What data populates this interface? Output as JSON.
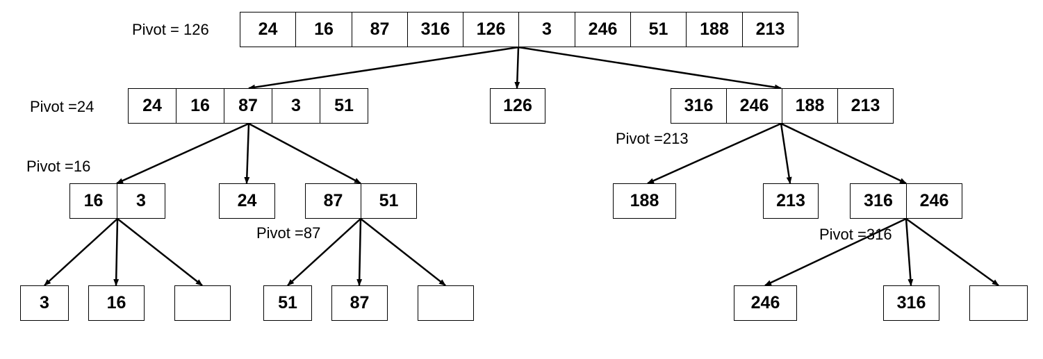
{
  "labels": {
    "root": "Pivot = 126",
    "left": "Pivot =24",
    "right": "Pivot =213",
    "left_left": "Pivot =16",
    "left_right": "Pivot =87",
    "right_right": "Pivot =316"
  },
  "nodes": {
    "root": [
      "24",
      "16",
      "87",
      "316",
      "126",
      "3",
      "246",
      "51",
      "188",
      "213"
    ],
    "left": [
      "24",
      "16",
      "87",
      "3",
      "51"
    ],
    "center": [
      "126"
    ],
    "right": [
      "316",
      "246",
      "188",
      "213"
    ],
    "left_left": [
      "16",
      "3"
    ],
    "left_center": [
      "24"
    ],
    "left_right": [
      "87",
      "51"
    ],
    "right_left": [
      "188"
    ],
    "right_center": [
      "213"
    ],
    "right_right": [
      "316",
      "246"
    ],
    "ll_left": [
      "3"
    ],
    "ll_center": [
      "16"
    ],
    "ll_right": [
      ""
    ],
    "lr_left": [
      "51"
    ],
    "lr_center": [
      "87"
    ],
    "lr_right": [
      ""
    ],
    "rr_left": [
      "246"
    ],
    "rr_center": [
      "316"
    ],
    "rr_right": [
      ""
    ]
  }
}
